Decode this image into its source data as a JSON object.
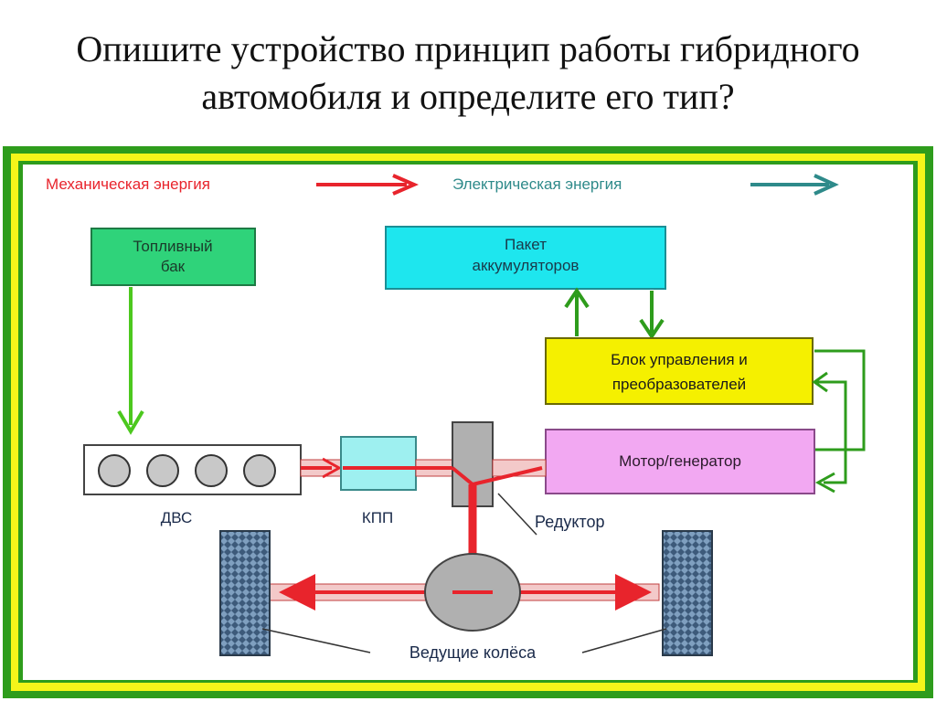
{
  "title": {
    "line1": "Опишите устройство принцип работы гибридного",
    "line2": "автомобиля и определите его тип?"
  },
  "legend": {
    "mechanical": "Механическая энергия",
    "electrical": "Электрическая энергия"
  },
  "blocks": {
    "fuel_tank_line1": "Топливный",
    "fuel_tank_line2": "бак",
    "battery_line1": "Пакет",
    "battery_line2": "аккумуляторов",
    "control_line1": "Блок управления и",
    "control_line2": "преобразователей",
    "motor": "Мотор/генератор",
    "ice": "ДВС",
    "gearbox": "КПП",
    "reducer": "Редуктор",
    "wheels": "Ведущие колёса"
  },
  "colors": {
    "mechanical": "#e8242c",
    "electrical": "#2e8a8a",
    "fuel_flow": "#4cc81e",
    "fuel_tank": "#2fd37a",
    "battery": "#1ee6ee",
    "control": "#f5f000",
    "motor": "#f2a8f2",
    "gearbox": "#9ef0f0",
    "frame_green": "#2e9c1c",
    "frame_yellow": "#f5f51a"
  }
}
